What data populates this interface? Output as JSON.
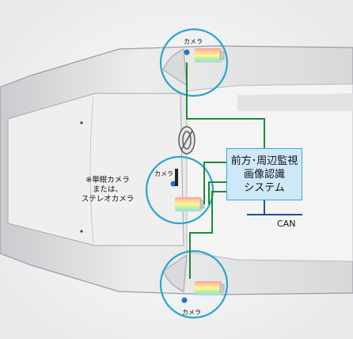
{
  "cameras": {
    "top_label": "カメラ",
    "middle_label": "カメラ",
    "bottom_label": "カメラ"
  },
  "note": {
    "line1": "※単眼カメラ",
    "line2": "または、",
    "line3": "ステレオカメラ"
  },
  "system": {
    "line1": "前方･周辺監視",
    "line2": "画像認識",
    "line3": "システム"
  },
  "bus": {
    "label": "CAN"
  },
  "colors": {
    "ring": "#2aa6cf",
    "wire": "#1e8a3a",
    "box_fill": "#cfe8f8",
    "box_border": "#39a8d6",
    "bus_line": "#1f4fa0",
    "camera_dot": "#1e73c8"
  }
}
